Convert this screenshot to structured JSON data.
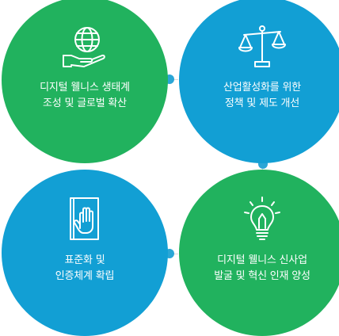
{
  "items": [
    {
      "lines": [
        "디지털 웰니스 생태계",
        "조성  및 글로벌 확산"
      ],
      "icon": "globe-in-hand-icon",
      "color": "#21b25e"
    },
    {
      "lines": [
        "산업활성화를 위한",
        "정책 및 제도 개선"
      ],
      "icon": "balance-scale-icon",
      "color": "#129fd4"
    },
    {
      "lines": [
        "표준화 및",
        "인증체계 확립"
      ],
      "icon": "hand-on-book-icon",
      "color": "#129fd4"
    },
    {
      "lines": [
        "디지털 웰니스 신사업",
        "발굴 및 혁신 인재 양성"
      ],
      "icon": "lightbulb-idea-icon",
      "color": "#21b25e"
    }
  ]
}
